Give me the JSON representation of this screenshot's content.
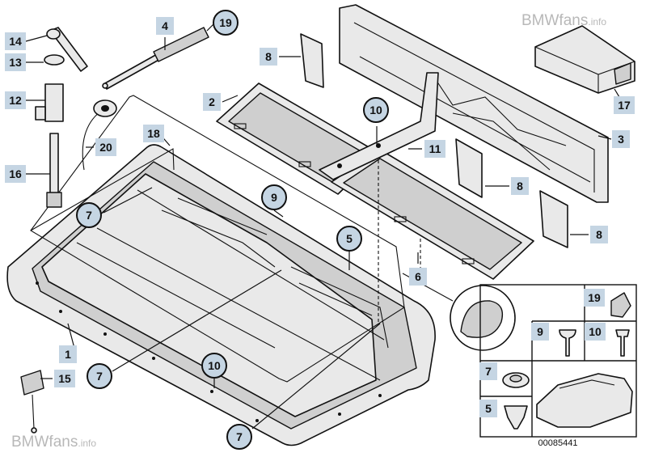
{
  "watermark_top": {
    "brand": "BMWfans",
    "suffix": ".info"
  },
  "watermark_bottom": {
    "brand": "BMWfans",
    "suffix": ".info"
  },
  "reference_number": "00085441",
  "callouts": [
    {
      "id": "c1",
      "label": "1",
      "shape": "square"
    },
    {
      "id": "c2",
      "label": "2",
      "shape": "square"
    },
    {
      "id": "c3",
      "label": "3",
      "shape": "square"
    },
    {
      "id": "c4",
      "label": "4",
      "shape": "square"
    },
    {
      "id": "c5a",
      "label": "5",
      "shape": "circle"
    },
    {
      "id": "c6",
      "label": "6",
      "shape": "square"
    },
    {
      "id": "c7a",
      "label": "7",
      "shape": "circle"
    },
    {
      "id": "c7b",
      "label": "7",
      "shape": "circle"
    },
    {
      "id": "c7c",
      "label": "7",
      "shape": "circle"
    },
    {
      "id": "c8a",
      "label": "8",
      "shape": "square"
    },
    {
      "id": "c8b",
      "label": "8",
      "shape": "square"
    },
    {
      "id": "c8c",
      "label": "8",
      "shape": "square"
    },
    {
      "id": "c9a",
      "label": "9",
      "shape": "circle"
    },
    {
      "id": "c10a",
      "label": "10",
      "shape": "circle"
    },
    {
      "id": "c10b",
      "label": "10",
      "shape": "circle"
    },
    {
      "id": "c11",
      "label": "11",
      "shape": "square"
    },
    {
      "id": "c12",
      "label": "12",
      "shape": "square"
    },
    {
      "id": "c13",
      "label": "13",
      "shape": "square"
    },
    {
      "id": "c14",
      "label": "14",
      "shape": "square"
    },
    {
      "id": "c15",
      "label": "15",
      "shape": "square"
    },
    {
      "id": "c16",
      "label": "16",
      "shape": "square"
    },
    {
      "id": "c17",
      "label": "17",
      "shape": "square"
    },
    {
      "id": "c18",
      "label": "18",
      "shape": "square"
    },
    {
      "id": "c19a",
      "label": "19",
      "shape": "circle"
    },
    {
      "id": "c20",
      "label": "20",
      "shape": "square"
    }
  ],
  "legend_cells": [
    {
      "id": "k19",
      "label": "19"
    },
    {
      "id": "k9",
      "label": "9"
    },
    {
      "id": "k10",
      "label": "10"
    },
    {
      "id": "k7",
      "label": "7"
    },
    {
      "id": "k5",
      "label": "5"
    }
  ]
}
